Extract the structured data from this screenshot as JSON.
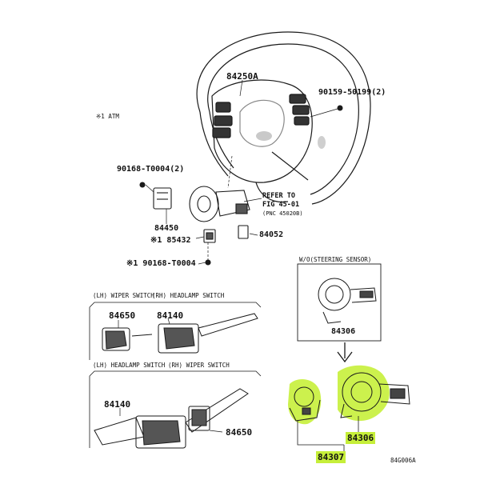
{
  "labels": {
    "p84250a": "84250A",
    "p90159": "90159-50199(2)",
    "atm_note": "※1 ATM",
    "p90168_2": "90168-T0004(2)",
    "p84450": "84450",
    "p85432": "※1 85432",
    "p84052": "84052",
    "p90168_1": "※1 90168-T0004",
    "ref1": "REFER TO",
    "ref2": "FIG 45-01",
    "ref3": "(PNC 45020B)",
    "wo_sensor": "W/O(STEERING SENSOR)",
    "p84306_top": "84306",
    "lh_wiper": "(LH) WIPER SWITCH",
    "rh_headlamp": "(RH) HEADLAMP SWITCH",
    "p84650_top": "84650",
    "p84140_top": "84140",
    "lh_headlamp": "(LH) HEADLAMP SWITCH",
    "rh_wiper": "(RH) WIPER SWITCH",
    "p84140_bottom": "84140",
    "p84650_bottom": "84650",
    "p84306_bottom": "84306",
    "p84307": "84307",
    "fig_code": "84G006A"
  },
  "colors": {
    "highlight": "#c6ef3a",
    "line": "#1a1a1a",
    "gray": "#bdbdbd"
  },
  "icons": [
    "steering-wheel-icon",
    "combination-switch-icon",
    "spiral-cable-icon",
    "arrow-down-icon"
  ]
}
